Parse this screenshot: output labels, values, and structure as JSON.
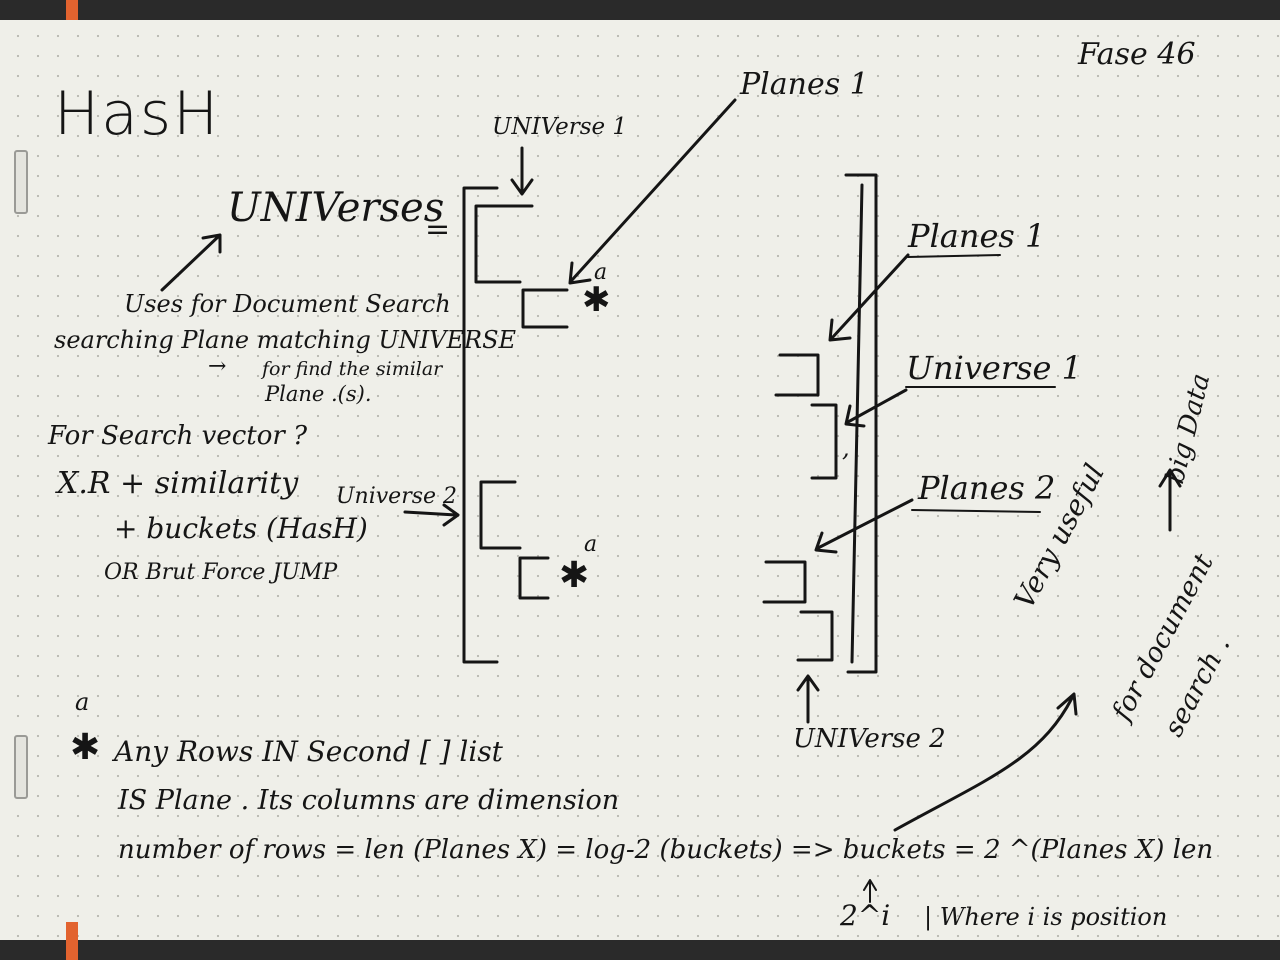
{
  "page_number": "Fase 46",
  "title": "HasH",
  "universes_label": "UNIVerses",
  "equals": "=",
  "desc": {
    "line1": "Uses for Document Search",
    "line2": "searching Plane matching UNIVERSE",
    "arrow": "→",
    "line3": "for find the similar",
    "line4": "Plane .(s)."
  },
  "vector": {
    "q": "For Search vector ?",
    "formula": "X.R + similarity",
    "buckets": "+ buckets (HasH)",
    "brute": "OR Brut Force JUMP"
  },
  "left_diagram": {
    "universe1": "UNIVerse 1",
    "planes1": "Planes 1",
    "universe2": "Universe 2",
    "a1": "a",
    "a2": "a",
    "star1": "✱",
    "star2": "✱"
  },
  "right_diagram": {
    "planes1": "Planes 1",
    "universe1": "Universe 1",
    "planes2": "Planes 2",
    "universe2": "UNIVerse 2",
    "comma": ","
  },
  "side_note": {
    "line1": "Very useful",
    "line2": "for document",
    "line3": "search .",
    "big_data": "big Data"
  },
  "footnote": {
    "a": "a",
    "star": "✱",
    "line1": "Any Rows IN Second [ ] list",
    "line2": "IS Plane . Its columns are dimension",
    "line3": "number of rows = len (Planes X) = log-2 (buckets) => buckets = 2 ^(Planes X) len",
    "line4_sym": "2^i",
    "line4": "| Where i is position"
  }
}
